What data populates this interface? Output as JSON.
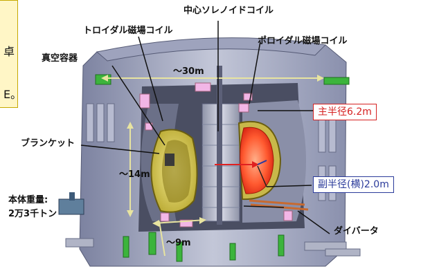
{
  "labels": {
    "central_solenoid": "中心ソレノイドコイル",
    "toroidal_coil": "トロイダル磁場コイル",
    "poloidal_coil": "ポロイダル磁場コイル",
    "vacuum_vessel": "真空容器",
    "blanket": "ブランケット",
    "divertor": "ダイバータ",
    "weight_line1": "本体重量:",
    "weight_line2": "2万3千トン"
  },
  "dimensions": {
    "width": "～30m",
    "height": "～14m",
    "base_width": "～9m"
  },
  "callouts": {
    "major_radius": "主半径6.2m",
    "minor_radius": "副半径(横)2.0m"
  },
  "note": {
    "fragment_top": "卓",
    "fragment_bottom": "E。"
  },
  "colors": {
    "major_radius": "#d62020",
    "minor_radius": "#2a3a9a",
    "plasma": "#e83a20",
    "blanket": "#e0d24a",
    "structure": "#aab0c8"
  }
}
